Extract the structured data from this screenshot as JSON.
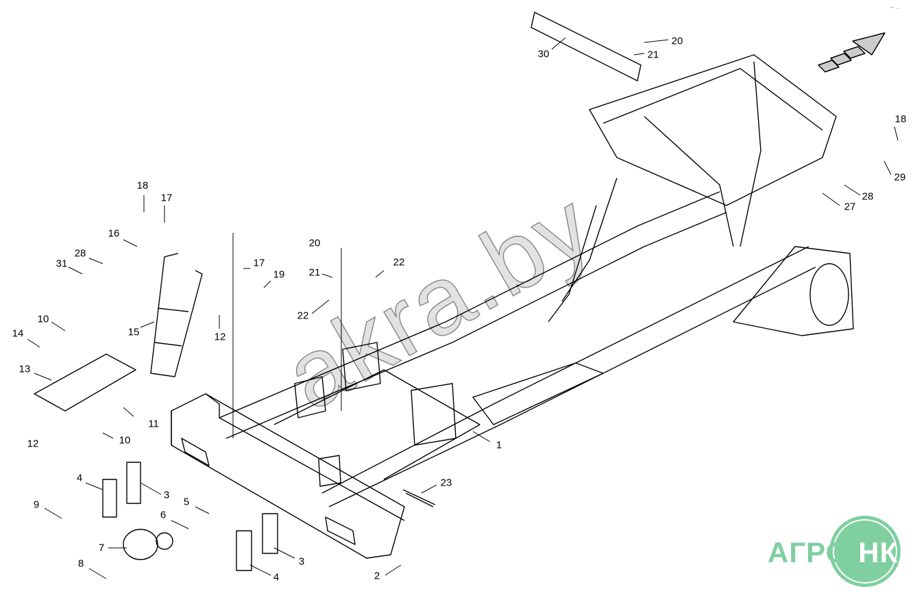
{
  "diagram": {
    "callouts": [
      "30",
      "20",
      "21",
      "18",
      "29",
      "28",
      "27",
      "18",
      "17",
      "16",
      "28",
      "31",
      "17",
      "19",
      "20",
      "21",
      "22",
      "22",
      "15",
      "12",
      "10",
      "14",
      "13",
      "12",
      "11",
      "10",
      "1",
      "23",
      "4",
      "3",
      "9",
      "5",
      "6",
      "7",
      "8",
      "3",
      "4",
      "2"
    ],
    "watermark": "akra.by",
    "logo": {
      "left": "АГРО",
      "right": "НКА",
      "color": "#7fcfa0"
    },
    "corner_mark": "⌐ ..."
  }
}
